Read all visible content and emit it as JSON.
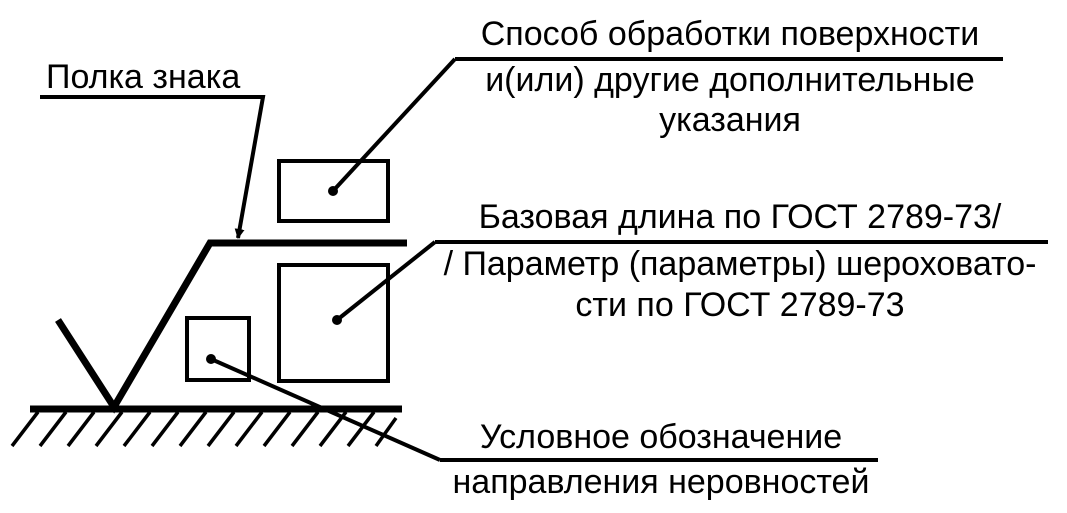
{
  "labels": {
    "shelf": "Полка знака",
    "processing_line1": "Способ обработки поверхности",
    "processing_line2": "и(или) другие дополнительные",
    "processing_line3": "указания",
    "base_line1": "Базовая длина по ГОСТ 2789-73/",
    "base_line2": "/ Параметр (параметры) шероховато-",
    "base_line3": "сти по ГОСТ 2789-73",
    "direction_line1": "Условное обозначение",
    "direction_line2": "направления неровностей"
  }
}
